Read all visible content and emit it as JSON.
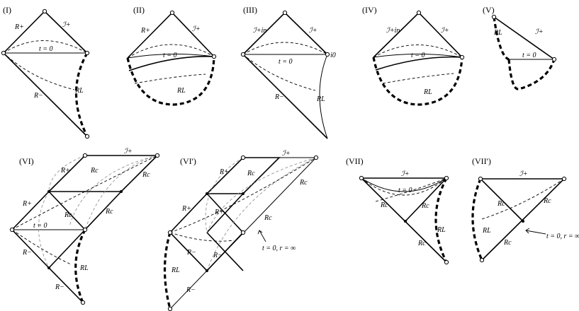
{
  "panels": {
    "I": {
      "id": "(I)",
      "r_plus": "R+",
      "scri_plus": "ℐ+",
      "t_zero": "t = 0",
      "r_l": "RL",
      "r_minus": "R−"
    },
    "II": {
      "id": "(II)",
      "r_plus": "R+",
      "scri_plus": "ℐ+",
      "t_zero": "t = 0",
      "r_l": "RL"
    },
    "III": {
      "id": "(III)",
      "scri_in": "ℐ+in",
      "scri_plus": "ℐ+",
      "t_zero": "t = 0",
      "i0": "i0",
      "r_l": "RL",
      "r_minus": "R−"
    },
    "IV": {
      "id": "(IV)",
      "scri_in": "ℐ+in",
      "scri_plus": "ℐ+",
      "t_zero": "t = 0",
      "r_l": "RL"
    },
    "V": {
      "id": "(V)",
      "r_l": "RL",
      "scri_plus": "ℐ+",
      "t_zero": "t = 0"
    },
    "VI": {
      "id": "(VI)",
      "scri_plus": "ℐ+",
      "r_plus_top": "R+",
      "r_c_top": "Rc",
      "r_c_right": "Rc",
      "r_plus_mid": "R+",
      "r_c_mid": "Rc",
      "r_c_right_mid": "Rc",
      "t_zero": "t = 0",
      "r_minus_bottom": "R−",
      "r_l": "RL",
      "r_minus_low": "R−"
    },
    "VIp": {
      "id": "(VI')",
      "scri_plus": "ℐ+",
      "r_plus_top": "R+",
      "r_c_top": "Rc",
      "r_c_right": "Rc",
      "r_plus_mid": "R+",
      "r_plus_inner": "R+",
      "r_c_mid": "Rc",
      "r_minus_mid": "R−",
      "r_l": "RL",
      "r_minus_low": "R−",
      "r_minus_bottom": "R−",
      "annotation": "t = 0,  r = ∞"
    },
    "VII": {
      "id": "(VII)",
      "scri_plus": "ℐ+",
      "t_zero": "t = 0",
      "r_c_left": "Rc",
      "r_c_inner": "Rc",
      "r_l": "RL",
      "r_c_bottom": "Rc"
    },
    "VIIp": {
      "id": "(VII')",
      "scri_plus": "ℐ+",
      "r_c_left": "Rc",
      "r_c_right": "Rc",
      "r_l": "RL",
      "r_c_bottom": "Rc",
      "annotation": "t = 0,  r = ∞"
    }
  }
}
